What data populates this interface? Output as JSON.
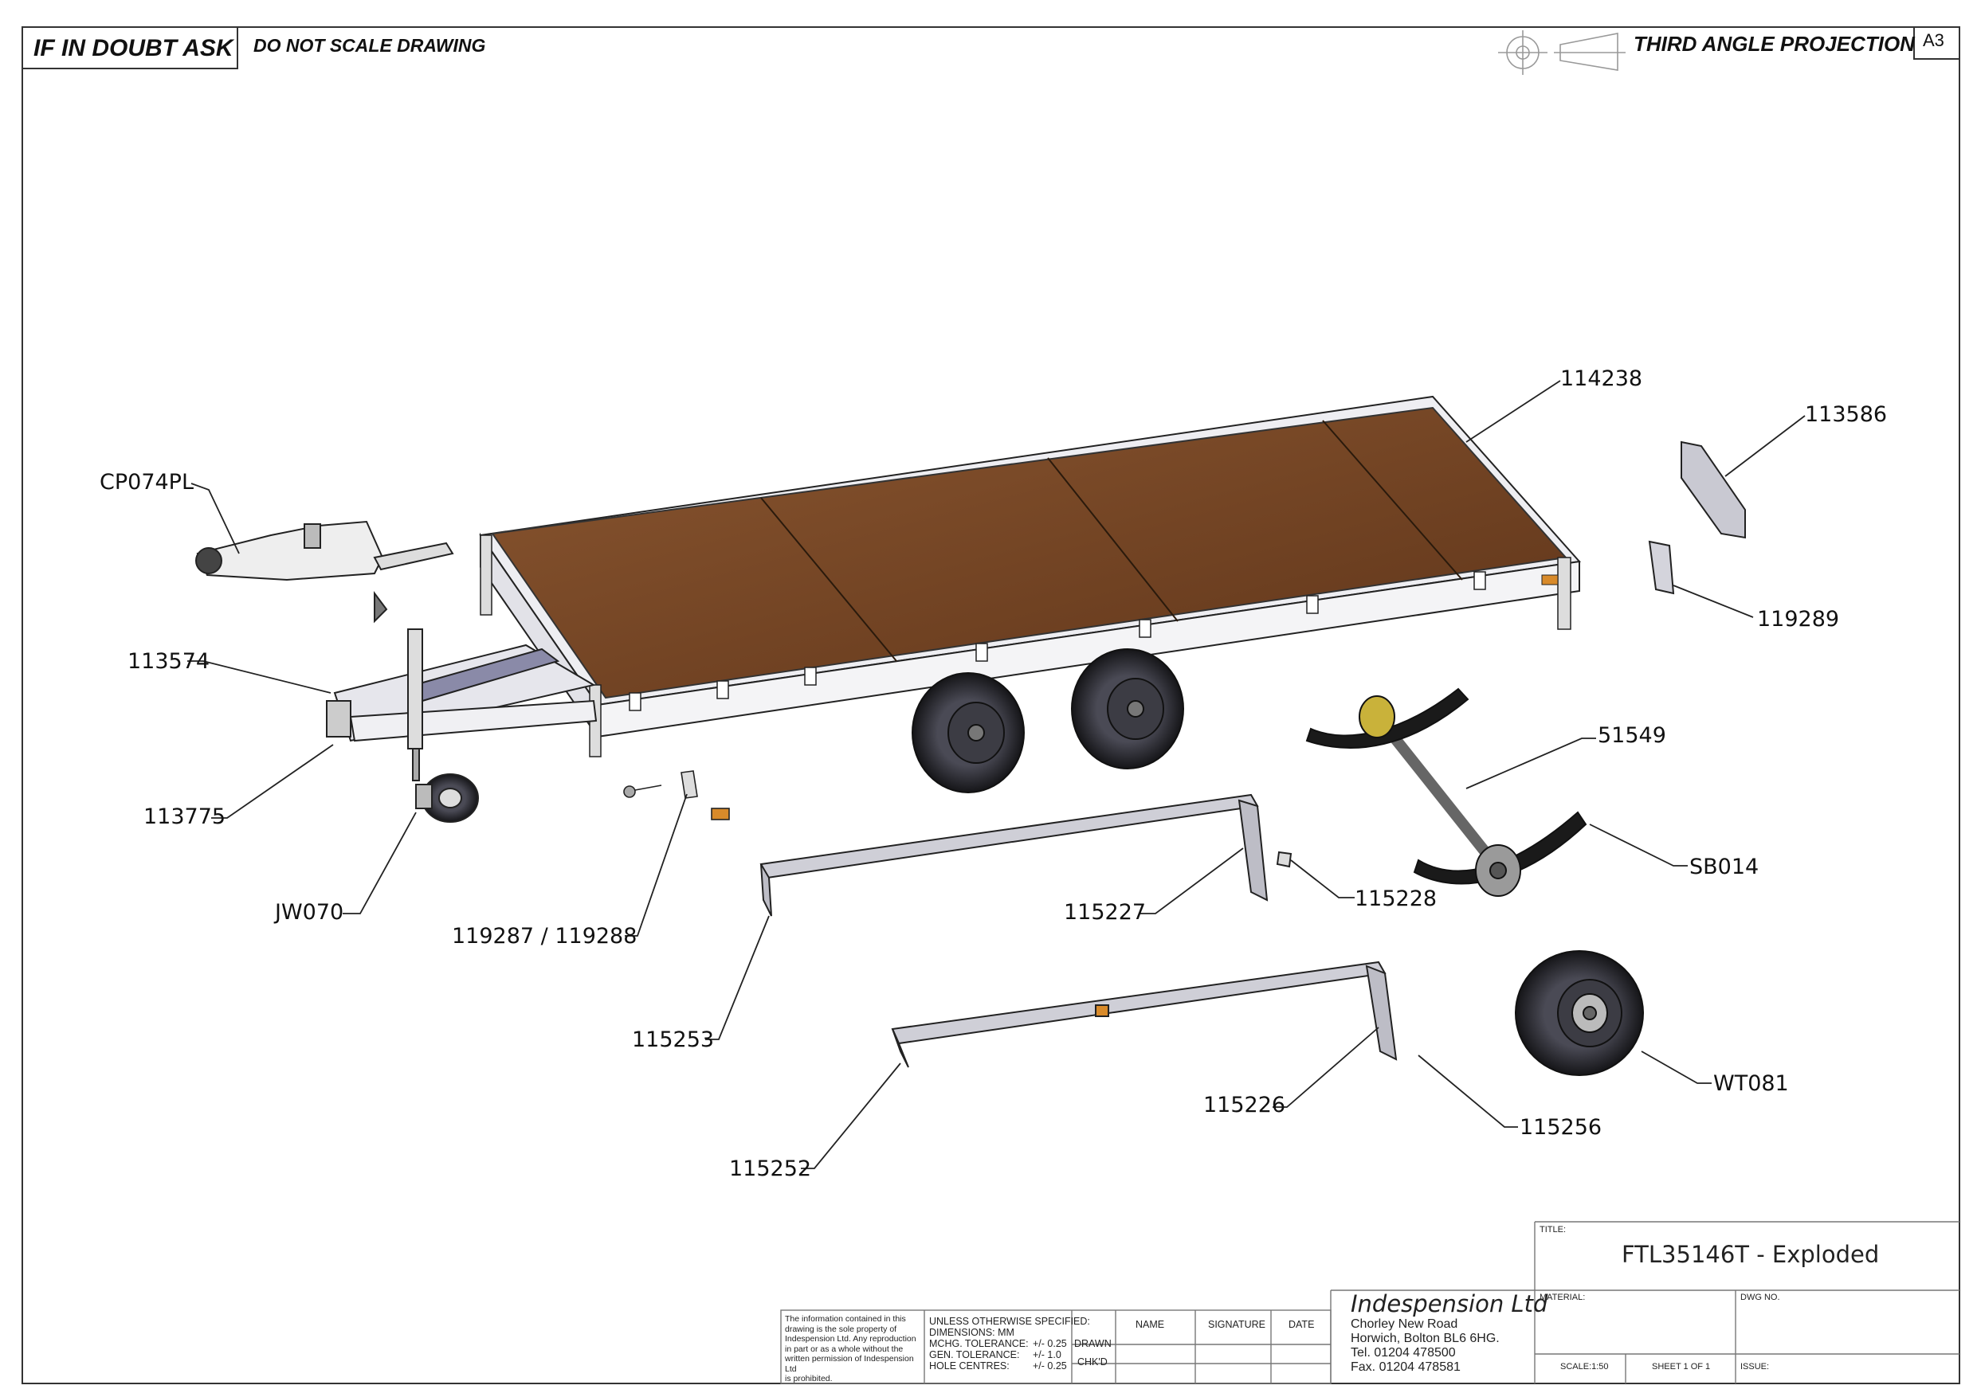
{
  "header": {
    "if_in_doubt": "IF IN DOUBT ASK",
    "do_not_scale": "DO NOT SCALE DRAWING",
    "projection": "THIRD ANGLE PROJECTION",
    "sheet_size": "A3"
  },
  "callouts": [
    {
      "id": "114238",
      "label": "114238"
    },
    {
      "id": "113586",
      "label": "113586"
    },
    {
      "id": "cp074pl",
      "label": "CP074PL"
    },
    {
      "id": "119289",
      "label": "119289"
    },
    {
      "id": "113574",
      "label": "113574"
    },
    {
      "id": "51549",
      "label": "51549"
    },
    {
      "id": "113775",
      "label": "113775"
    },
    {
      "id": "sb014",
      "label": "SB014"
    },
    {
      "id": "115228",
      "label": "115228"
    },
    {
      "id": "jw070",
      "label": "JW070"
    },
    {
      "id": "115227",
      "label": "115227"
    },
    {
      "id": "119287",
      "label": "119287 / 119288"
    },
    {
      "id": "115253",
      "label": "115253"
    },
    {
      "id": "wt081",
      "label": "WT081"
    },
    {
      "id": "115226",
      "label": "115226"
    },
    {
      "id": "115256",
      "label": "115256"
    },
    {
      "id": "115252",
      "label": "115252"
    }
  ],
  "title_block": {
    "title_label": "TITLE:",
    "title": "FTL35146T - Exploded",
    "material_label": "MATERIAL:",
    "dwg_no_label": "DWG NO.",
    "scale": "SCALE:1:50",
    "sheet": "SHEET 1 OF 1",
    "issue_label": "ISSUE:",
    "company": {
      "name": "Indespension Ltd",
      "address_1": "Chorley New Road",
      "address_2": "Horwich, Bolton BL6 6HG.",
      "tel": "Tel. 01204 478500",
      "fax": "Fax. 01204 478581"
    },
    "disclaimer": [
      "The information contained in this",
      "drawing is the sole property of",
      "Indespension Ltd. Any reproduction",
      "in part or as a whole without the",
      "written permission of Indespension Ltd",
      "is prohibited."
    ],
    "tolerances": {
      "heading": "UNLESS OTHERWISE SPECIFIED:",
      "dimensions": "DIMENSIONS:  MM",
      "mchg_label": "MCHG. TOLERANCE:",
      "mchg_value": "+/- 0.25",
      "gen_label": "GEN. TOLERANCE:",
      "gen_value": "+/- 1.0",
      "hole_label": "HOLE CENTRES:",
      "hole_value": "+/- 0.25"
    },
    "sign_columns": {
      "name": "NAME",
      "signature": "SIGNATURE",
      "date": "DATE"
    },
    "sign_rows": {
      "drawn": "DRAWN",
      "checked": "CHK'D"
    }
  },
  "colors": {
    "deck": "#7a4a26",
    "deck_dark": "#5a3318",
    "frame": "#e9e9ee",
    "line": "#222222",
    "tyre": "#1e1e22"
  }
}
